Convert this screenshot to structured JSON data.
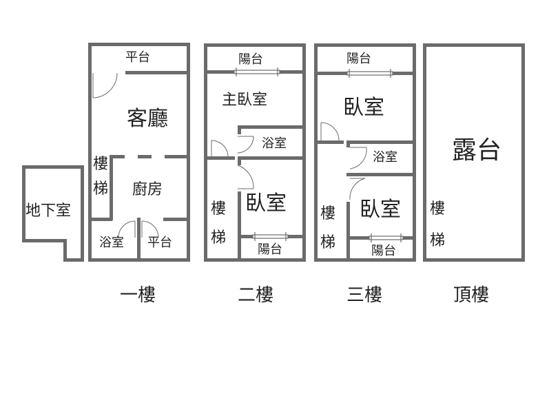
{
  "basement": {
    "label": "地下室"
  },
  "floor1": {
    "title": "一樓",
    "rooms": {
      "terrace_top": "平台",
      "living": "客廳",
      "stairs": "樓梯",
      "kitchen": "廚房",
      "bath": "浴室",
      "terrace_bottom": "平台"
    }
  },
  "floor2": {
    "title": "二樓",
    "rooms": {
      "balcony_top": "陽台",
      "master_bedroom": "主臥室",
      "bath": "浴室",
      "stairs": "樓梯",
      "bedroom": "臥室",
      "balcony_bottom": "陽台"
    }
  },
  "floor3": {
    "title": "三樓",
    "rooms": {
      "balcony_top": "陽台",
      "bedroom_top": "臥室",
      "bath": "浴室",
      "stairs": "樓梯",
      "bedroom_bottom": "臥室",
      "balcony_bottom": "陽台"
    }
  },
  "roof": {
    "title": "頂樓",
    "rooms": {
      "terrace": "露台",
      "stairs": "樓梯"
    }
  },
  "colors": {
    "wall": "#6b6b6b",
    "text": "#222222",
    "background": "#ffffff"
  }
}
